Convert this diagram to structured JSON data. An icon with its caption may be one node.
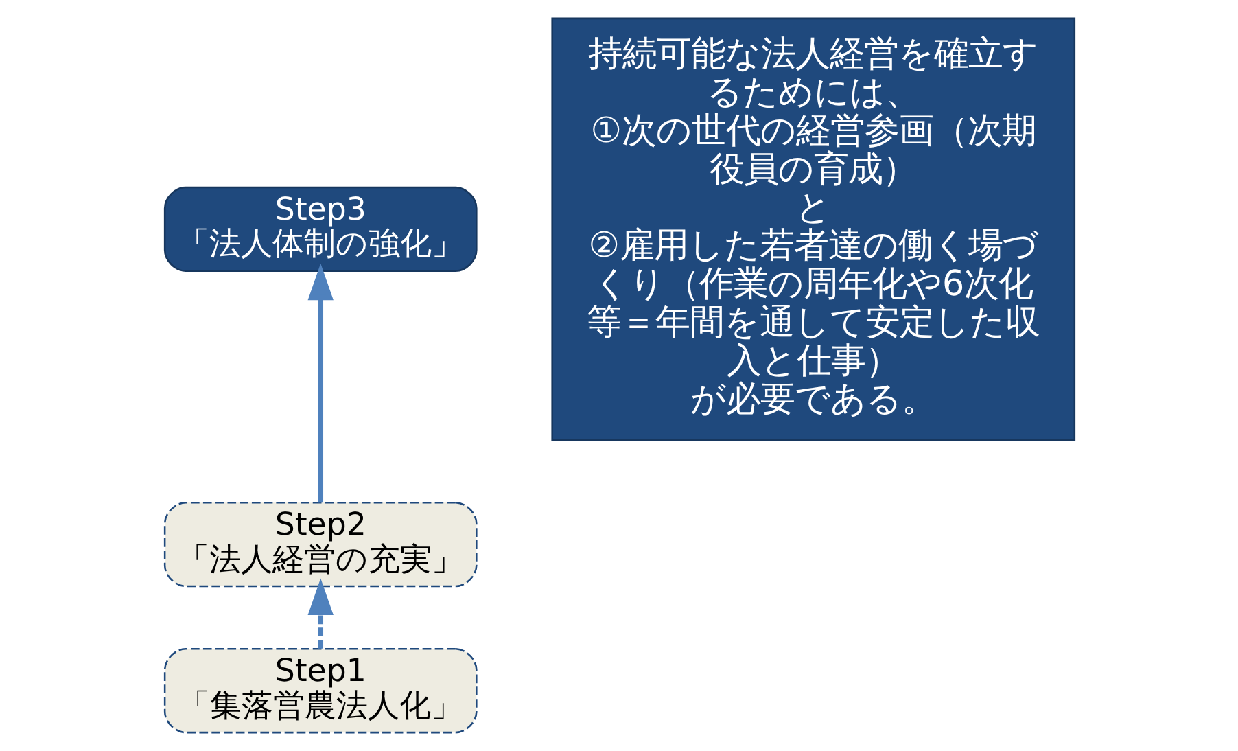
{
  "diagram": {
    "nodes": [
      {
        "text": [
          "Step1",
          "「集落営農法人化」"
        ]
      },
      {
        "text": [
          "Step2",
          "「法人経営の充実」"
        ]
      },
      {
        "text": [
          "Step3",
          "「法人体制の強化」"
        ]
      },
      {
        "text": [
          "持続可能な法人経営を確立するためには、",
          "①次の世代の経営参画（次期役員の育成）",
          "と",
          "②雇用した若者達の働く場づくり（作業の周年化や6次化等＝年間を通して安定した収入と仕事）",
          "が必要である。"
        ]
      }
    ],
    "edges": [
      {
        "from": 0,
        "to": 1,
        "arrow": "to",
        "style": "dashed"
      },
      {
        "from": 1,
        "to": 2,
        "arrow": "to"
      }
    ]
  }
}
